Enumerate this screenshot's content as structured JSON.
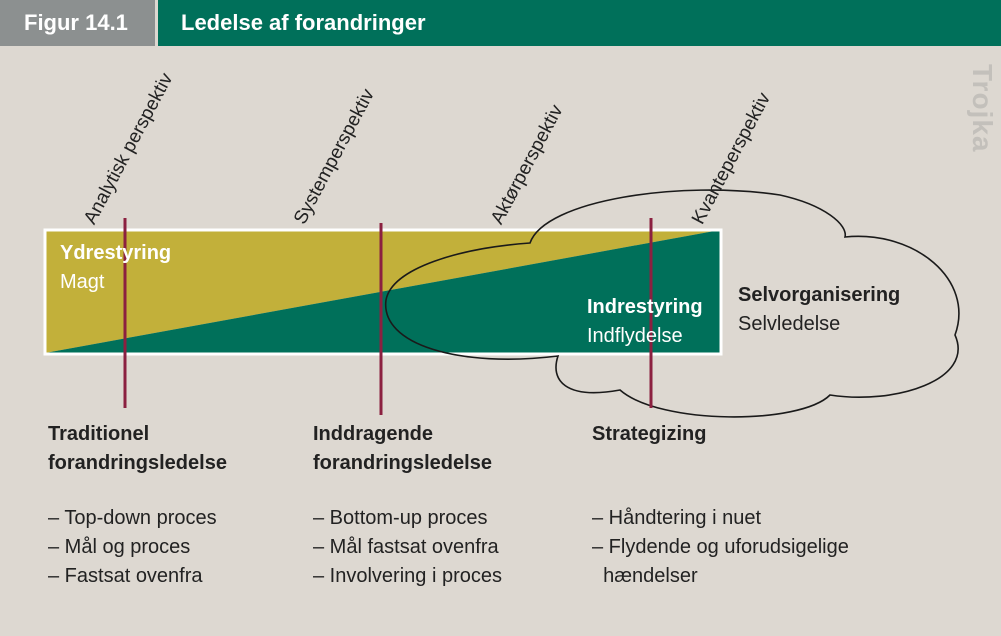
{
  "header": {
    "figure_label": "Figur 14.1",
    "title": "Ledelse af forandringer"
  },
  "watermark": "Trojka",
  "perspectives": [
    "Analytisk perspektiv",
    "Systemperspektiv",
    "Aktørperspektiv",
    "Kvanteperspektiv"
  ],
  "bar": {
    "left_title": "Ydrestyring",
    "left_sub": "Magt",
    "right_title": "Indrestyring",
    "right_sub": "Indflydelse",
    "top_color": "#c2b03a",
    "bottom_color": "#00705a",
    "marker_color": "#8b2040"
  },
  "cloud": {
    "title": "Selvorganisering",
    "sub": "Selvledelse"
  },
  "columns": [
    {
      "title_lines": [
        "Traditionel",
        "forandringsledelse"
      ],
      "items": [
        "– Top-down proces",
        "– Mål og proces",
        "– Fastsat ovenfra"
      ]
    },
    {
      "title_lines": [
        "Inddragende",
        "forandringsledelse"
      ],
      "items": [
        "– Bottom-up proces",
        "– Mål fastsat ovenfra",
        "– Involvering i proces"
      ]
    },
    {
      "title_lines": [
        "Strategizing"
      ],
      "items": [
        "– Håndtering i nuet",
        "– Flydende og uforudsigelige",
        "  hændelser"
      ]
    }
  ]
}
